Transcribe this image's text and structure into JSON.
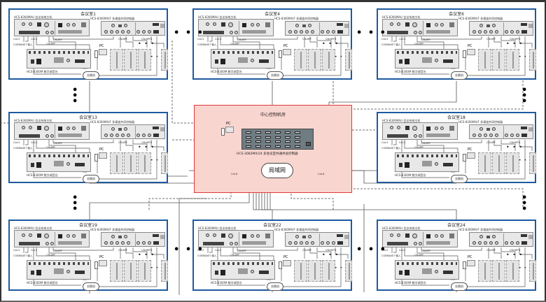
{
  "diagram": {
    "center": {
      "title": "中心控制机房",
      "matrix_label": "HCS-3082MX/24 多会议室共通共总控制器",
      "lan_label": "局域网",
      "pc_label": "PC",
      "cat_labels": [
        "Cat.6",
        "Cat.6"
      ]
    },
    "rooms": [
      {
        "title": "会议室1"
      },
      {
        "title": "会议室4"
      },
      {
        "title": "会议室6"
      },
      {
        "title": "会议室13"
      },
      {
        "title": "会议室18"
      },
      {
        "title": "会议室19"
      },
      {
        "title": "会议室22"
      },
      {
        "title": "会议室24"
      }
    ],
    "room_template": {
      "main_unit_label": "HCS-8300MAU 会议系统主机",
      "video_ctrl_label": "HCS-8300MX/F 多通道共同控制器",
      "console_label": "HCS-8300M 数字调音台",
      "switch_label": "交换机",
      "pc_label": "PC",
      "cobranet_label": "COBRANET 输入",
      "cable_labels": {
        "cat5": "Cat.5",
        "cat5e": "Cat.5",
        "cbl": "CBL6PF",
        "cbl_out": "CBL6PF6",
        "fiber": "FIBER"
      },
      "ellipsis": "• • •"
    },
    "continuation_dots": "• • •"
  }
}
